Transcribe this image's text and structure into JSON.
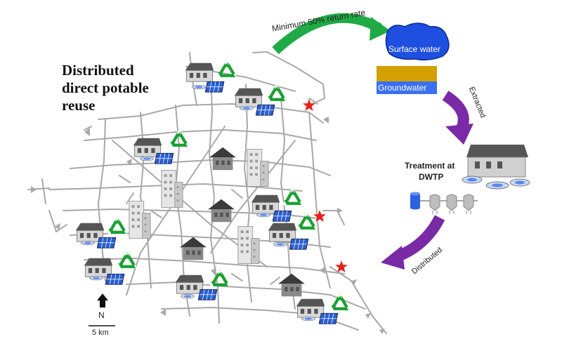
{
  "title_lines": [
    "Distributed",
    "direct potable",
    "reuse"
  ],
  "labels": {
    "return_rate": "Minimum 50% return rate",
    "surface_water": "Surface water",
    "groundwater": "Groundwater",
    "extracted": "Extracted",
    "treatment_line1": "Treatment at",
    "treatment_line2": "DWTP",
    "distributed": "Distributed",
    "north": "N",
    "scale": "5 km"
  },
  "colors": {
    "network": "#a8a8a8",
    "arrow_green": "#1faa46",
    "arrow_purple": "#7a2aa6",
    "surface_water": "#1f4fe0",
    "groundwater_top": "#d4a000",
    "groundwater_bottom": "#3a6ff0",
    "recycle": "#18a030",
    "solar": "#2a5fd0",
    "star": "#e8201c",
    "tank": "#2a62e0"
  },
  "icons": [
    "recycle-icon",
    "solar-panel-icon",
    "house-icon",
    "star-icon",
    "north-arrow-icon",
    "water-tank-icon"
  ]
}
